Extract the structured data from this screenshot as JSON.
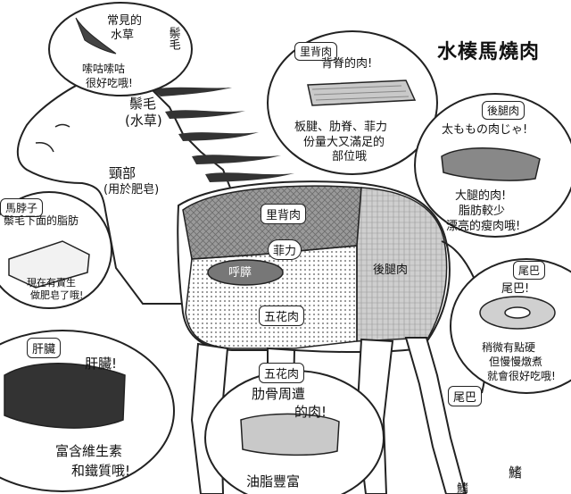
{
  "title": "水楱馬燒肉",
  "labels": {
    "mane": "鬃毛",
    "mane_note": "(水草)",
    "neck": "頸部",
    "neck_note": "(用於肥皂)",
    "sirloin": "里背肉",
    "fillet": "菲力",
    "fillet_scribble": "呼膵",
    "belly": "五花肉",
    "hind": "後腿肉",
    "tail": "尾巴",
    "flank_bottom": "鰭",
    "corner_bottom": "鰭"
  },
  "bubbles": {
    "waterweed": {
      "line1": "常見的",
      "line2": "水草",
      "side": "鬃毛",
      "sfx1": "嗦咕嗦咕",
      "sfx2": "很好吃哦!"
    },
    "sirloin": {
      "tag": "里背肉",
      "line1": "背脊的肉!",
      "line2": "板腱、肋脊、菲力",
      "line3": "份量大又滿足的",
      "line4": "部位哦"
    },
    "hind": {
      "tag": "後腿肉",
      "line1": "太ももの肉じゃ!",
      "line2": "大腿的肉!",
      "line3": "脂肪較少",
      "line4": "漂亮的瘦肉哦!"
    },
    "neckfat": {
      "tag": "馬脖子",
      "line1": "鬃毛下面的脂肪",
      "line2": "現在有賣生",
      "line3": "做肥皂了哦!"
    },
    "tail": {
      "tag": "尾巴",
      "line1": "尾巴!",
      "line2": "稍微有點硬",
      "line3": "但慢慢燉煮",
      "line4": "就會很好吃哦!"
    },
    "liver": {
      "tag": "肝臟",
      "line1": "肝臟!",
      "line2": "富含維生素",
      "line3": "和鐵質哦!"
    },
    "belly": {
      "tag": "五花肉",
      "line1": "肋骨周遭",
      "line2": "的肉!",
      "line3": "油脂豐富"
    }
  }
}
